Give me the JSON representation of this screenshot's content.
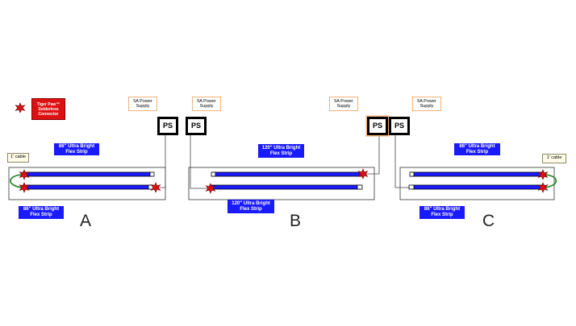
{
  "legend": {
    "connector_label": "Tiger Paw™\nSolderless\nConnector",
    "connector_icon": "red-star-connector-icon"
  },
  "colors": {
    "strip_blue": "#1a1aff",
    "connector_red": "#dd1111",
    "cable_green": "#2e8b2e",
    "supply_border": "#f2b27a"
  },
  "diagram_a": {
    "letter": "A",
    "cable_label": "1' cable",
    "strip_label_top": "86\" Ultra Bright\nFlex Strip",
    "strip_label_bottom": "86\" Ultra Bright\nFlex Strip",
    "supply_label": "5A Power\nSupply",
    "ps_label": "PS"
  },
  "diagram_b": {
    "letter": "B",
    "strip_label_top": "120\" Ultra Bright\nFlex Strip",
    "strip_label_bottom": "120\" Ultra Bright\nFlex Strip",
    "supply_left_label": "5A Power\nSupply",
    "supply_right_label": "5A Power\nSupply",
    "ps_left_label": "PS",
    "ps_right_label": "PS"
  },
  "diagram_c": {
    "letter": "C",
    "cable_label": "1' cable",
    "strip_label_top": "86\" Ultra Bright\nFlex Strip",
    "strip_label_bottom": "86\" Ultra Bright\nFlex Strip",
    "supply_label": "5A Power\nSupply",
    "ps_label": "PS"
  }
}
